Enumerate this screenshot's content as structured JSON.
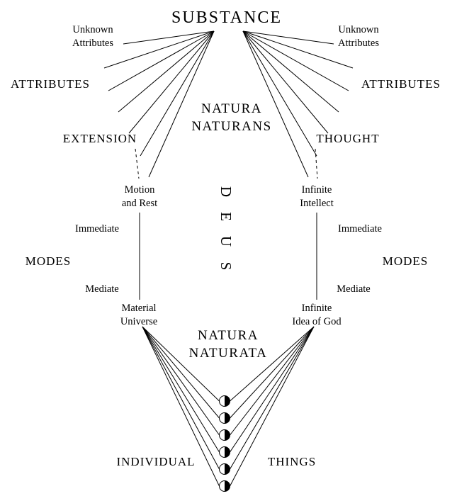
{
  "colors": {
    "ink": "#000000",
    "background": "#ffffff"
  },
  "substance": "SUBSTANCE",
  "center": {
    "natura_naturans": [
      "NATURA",
      "NATURANS"
    ],
    "deus_letters": [
      "D",
      "E",
      "U",
      "S"
    ],
    "natura_naturata": [
      "NATURA",
      "NATURATA"
    ]
  },
  "left": {
    "unknown_attributes": [
      "Unknown",
      "Attributes"
    ],
    "attributes": "ATTRIBUTES",
    "attribute_node": "EXTENSION",
    "first_mode": [
      "Motion",
      "and Rest"
    ],
    "immediate": "Immediate",
    "modes": "MODES",
    "mediate": "Mediate",
    "mediate_mode": [
      "Material",
      "Universe"
    ]
  },
  "right": {
    "unknown_attributes": [
      "Unknown",
      "Attributes"
    ],
    "attributes": "ATTRIBUTES",
    "attribute_node": "THOUGHT",
    "first_mode": [
      "Infinite",
      "Intellect"
    ],
    "immediate": "Immediate",
    "modes": "MODES",
    "mediate": "Mediate",
    "mediate_mode": [
      "Infinite",
      "Idea of God"
    ]
  },
  "bottom": {
    "individual": "INDIVIDUAL",
    "things": "THINGS"
  }
}
